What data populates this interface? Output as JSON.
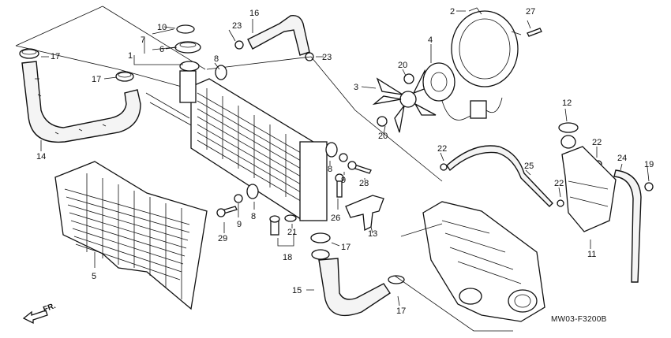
{
  "callouts": [
    {
      "id": "c1",
      "text": "1"
    },
    {
      "id": "c2",
      "text": "2"
    },
    {
      "id": "c3",
      "text": "3"
    },
    {
      "id": "c4",
      "text": "4"
    },
    {
      "id": "c5",
      "text": "5"
    },
    {
      "id": "c6",
      "text": "6"
    },
    {
      "id": "c7",
      "text": "7"
    },
    {
      "id": "c8a",
      "text": "8"
    },
    {
      "id": "c8b",
      "text": "8"
    },
    {
      "id": "c8c",
      "text": "8"
    },
    {
      "id": "c9a",
      "text": "9"
    },
    {
      "id": "c9b",
      "text": "9"
    },
    {
      "id": "c10",
      "text": "10"
    },
    {
      "id": "c11",
      "text": "11"
    },
    {
      "id": "c12",
      "text": "12"
    },
    {
      "id": "c13",
      "text": "13"
    },
    {
      "id": "c14",
      "text": "14"
    },
    {
      "id": "c15",
      "text": "15"
    },
    {
      "id": "c16",
      "text": "16"
    },
    {
      "id": "c17a",
      "text": "17"
    },
    {
      "id": "c17b",
      "text": "17"
    },
    {
      "id": "c17c",
      "text": "17"
    },
    {
      "id": "c17d",
      "text": "17"
    },
    {
      "id": "c18",
      "text": "18"
    },
    {
      "id": "c19",
      "text": "19"
    },
    {
      "id": "c20a",
      "text": "20"
    },
    {
      "id": "c20b",
      "text": "20"
    },
    {
      "id": "c21",
      "text": "21"
    },
    {
      "id": "c22a",
      "text": "22"
    },
    {
      "id": "c22b",
      "text": "22"
    },
    {
      "id": "c22c",
      "text": "22"
    },
    {
      "id": "c23a",
      "text": "23"
    },
    {
      "id": "c23b",
      "text": "23"
    },
    {
      "id": "c24",
      "text": "24"
    },
    {
      "id": "c25",
      "text": "25"
    },
    {
      "id": "c26",
      "text": "26"
    },
    {
      "id": "c27",
      "text": "27"
    },
    {
      "id": "c28",
      "text": "28"
    },
    {
      "id": "c29",
      "text": "29"
    }
  ],
  "diagram_code": "MW03-F3200B",
  "direction_label": "FR."
}
